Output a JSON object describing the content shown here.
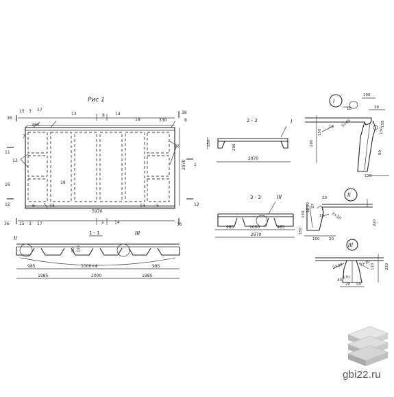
{
  "figure": {
    "title": "Рис 1",
    "section_labels": {
      "s11": "1 - 1",
      "s22": "2 - 2",
      "s33": "3 - 3"
    },
    "node_labels": {
      "I": "I",
      "II": "II",
      "III": "III"
    },
    "plan_dims": {
      "top_15": "15",
      "top_3": "3",
      "top_17": "17",
      "top_13": "13",
      "top_8": "8",
      "top_14": "14",
      "top_18": "18",
      "top_36": "36",
      "top_330": "330",
      "top_8b": "8",
      "top_350": "350",
      "left_36": "36",
      "left_7": "7",
      "left_11": "11",
      "left_13": "13",
      "left_16": "16",
      "left_12": "12",
      "mid_18": "18",
      "right_12": "12",
      "right_1": "1",
      "right_2970": "2970",
      "bottom_6": "6",
      "bottom_13": "13",
      "bottom_5970": "5970",
      "bottom_13b": "13",
      "bottom_5": "5",
      "bottom_12": "12",
      "foot_36": "36",
      "foot_15": "15",
      "foot_3": "3",
      "foot_17": "17",
      "foot_2": "2",
      "foot_14": "14",
      "foot_36b": "36"
    },
    "s11_dims": {
      "d60": "60",
      "d120": "120",
      "d985a": "985",
      "d1000x4": "1000×4",
      "d985b": "985",
      "d1985a": "1985",
      "d2000": "2000",
      "d1985b": "1985"
    },
    "s22_dims": {
      "d150": "150",
      "d200": "200",
      "d2970": "2970"
    },
    "s33_dims": {
      "d985a": "985",
      "d1000": "1000",
      "d985b": "985",
      "d2970": "2970"
    },
    "nodeI_dims": {
      "d100": "100",
      "d18": "18",
      "d38": "38",
      "d150": "150",
      "d200": "200",
      "d130": "130",
      "d80": "80",
      "d120": "120",
      "d155": "155",
      "d10": "10",
      "d3x45": "3×45"
    },
    "nodeII_dims": {
      "d20": "20",
      "d130": "130",
      "d10": "10",
      "d12": "12",
      "d27": "27",
      "d15": "15",
      "d150": "150",
      "d100": "100",
      "d20b": "20",
      "d220": "220",
      "d2x20": "2×20"
    },
    "nodeIII_dims": {
      "d40": "40",
      "d170": "170",
      "d2x30a": "2×30",
      "d2x30b": "2×30",
      "d20": "20",
      "d50": "50",
      "d120": "120",
      "d220": "220"
    }
  },
  "watermark": {
    "site": "gbi22.ru"
  }
}
